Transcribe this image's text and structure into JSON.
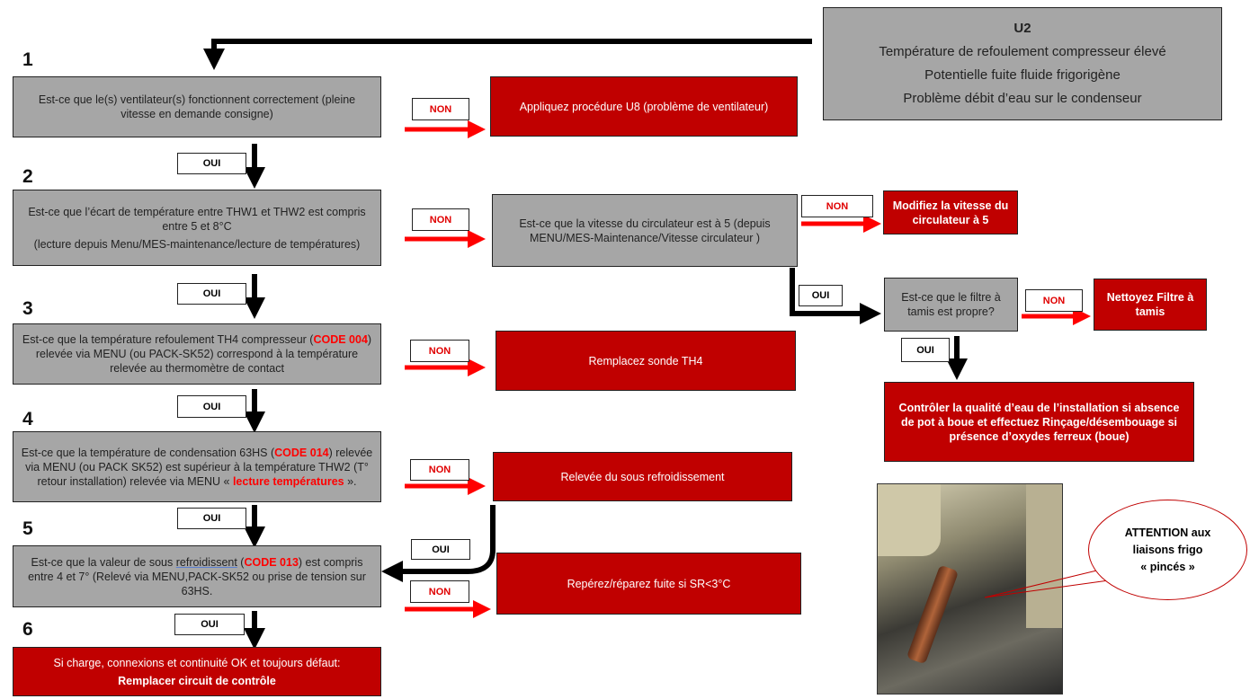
{
  "header": {
    "code": "U2",
    "lines": [
      "Température de refoulement compresseur élevé",
      "Potentielle fuite fluide frigorigène",
      "Problème débit d’eau sur le condenseur"
    ]
  },
  "labels": {
    "oui": "OUI",
    "non": "NON"
  },
  "steps": {
    "n1": "1",
    "n2": "2",
    "n3": "3",
    "n4": "4",
    "n5": "5",
    "n6": "6",
    "q1": "Est-ce que le(s) ventilateur(s) fonctionnent correctement (pleine vitesse en demande consigne)",
    "q2a": "Est-ce que l’écart de température entre THW1 et THW2 est compris entre 5 et 8°C",
    "q2b": "(lecture depuis Menu/MES-maintenance/lecture de températures)",
    "q3_pre": "Est-ce que la température refoulement TH4 compresseur (",
    "q3_code": "CODE 004",
    "q3_post": ") relevée via MENU (ou PACK-SK52) correspond à la température relevée au thermomètre de contact",
    "q4_pre": "Est-ce que la température de condensation 63HS (",
    "q4_code": "CODE 014",
    "q4_mid": ") relevée via MENU (ou PACK SK52) est supérieur à la température THW2  (T° retour installation) relevée via MENU « ",
    "q4_red": "lecture températures",
    "q4_post": " ».",
    "q5_pre": "Est-ce que la valeur de sous ",
    "q5_u": "refroidissent",
    "q5_mid": " (",
    "q5_code": "CODE 013",
    "q5_post": ") est compris entre 4 et 7° (Relevé via MENU,PACK-SK52 ou prise de tension sur 63HS.",
    "final_a": "Si charge, connexions et continuité OK et toujours défaut:",
    "final_b": "Remplacer circuit de contrôle"
  },
  "actions": {
    "u8": "Appliquez procédure U8 (problème de ventilateur)",
    "circ_q": "Est-ce que la vitesse du circulateur est à 5 (depuis MENU/MES-Maintenance/Vitesse circulateur )",
    "circ_set": "Modifiez la vitesse du circulateur à 5",
    "filter_q": "Est-ce que le filtre à tamis est propre?",
    "filter_clean": "Nettoyez Filtre à tamis",
    "water": "Contrôler la qualité d’eau de l’installation si absence de pot à boue et effectuez Rinçage/désembouage si présence d’oxydes ferreux (boue)",
    "th4": "Remplacez sonde TH4",
    "subcool": "Relevée du sous refroidissement",
    "leak": "Repérez/réparez fuite si SR<3°C"
  },
  "callout": {
    "a": "ATTENTION aux",
    "b": "liaisons frigo",
    "c": "« pincés »"
  }
}
